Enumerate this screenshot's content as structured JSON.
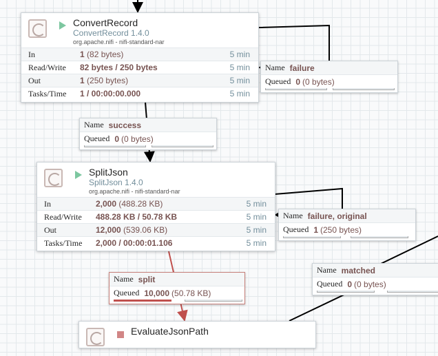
{
  "processors": [
    {
      "name": "ConvertRecord",
      "type": "ConvertRecord 1.4.0",
      "bundle": "org.apache.nifi - nifi-standard-nar",
      "state": "running",
      "stats": [
        {
          "label": "In",
          "count": "1",
          "detail": "(82 bytes)",
          "time": "5 min"
        },
        {
          "label": "Read/Write",
          "count": "82 bytes / 250 bytes",
          "detail": "",
          "time": "5 min"
        },
        {
          "label": "Out",
          "count": "1",
          "detail": "(250 bytes)",
          "time": "5 min"
        },
        {
          "label": "Tasks/Time",
          "count": "1 / 00:00:00.000",
          "detail": "",
          "time": "5 min"
        }
      ]
    },
    {
      "name": "SplitJson",
      "type": "SplitJson 1.4.0",
      "bundle": "org.apache.nifi - nifi-standard-nar",
      "state": "running",
      "stats": [
        {
          "label": "In",
          "count": "2,000",
          "detail": "(488.28 KB)",
          "time": "5 min"
        },
        {
          "label": "Read/Write",
          "count": "488.28 KB / 50.78 KB",
          "detail": "",
          "time": "5 min"
        },
        {
          "label": "Out",
          "count": "12,000",
          "detail": "(539.06 KB)",
          "time": "5 min"
        },
        {
          "label": "Tasks/Time",
          "count": "2,000 / 00:00:01.106",
          "detail": "",
          "time": "5 min"
        }
      ]
    },
    {
      "name": "EvaluateJsonPath",
      "state": "stopped"
    }
  ],
  "connections": [
    {
      "name_label": "Name",
      "name": "failure",
      "queued_label": "Queued",
      "count": "0",
      "size": "(0 bytes)"
    },
    {
      "name_label": "Name",
      "name": "success",
      "queued_label": "Queued",
      "count": "0",
      "size": "(0 bytes)"
    },
    {
      "name_label": "Name",
      "name": "failure, original",
      "queued_label": "Queued",
      "count": "1",
      "size": "(250 bytes)"
    },
    {
      "name_label": "Name",
      "name": "matched",
      "queued_label": "Queued",
      "count": "0",
      "size": "(0 bytes)"
    },
    {
      "name_label": "Name",
      "name": "split",
      "queued_label": "Queued",
      "count": "10,000",
      "size": "(50.78 KB)",
      "backpressure_fraction": 0.5,
      "color": "#c0504d"
    }
  ]
}
